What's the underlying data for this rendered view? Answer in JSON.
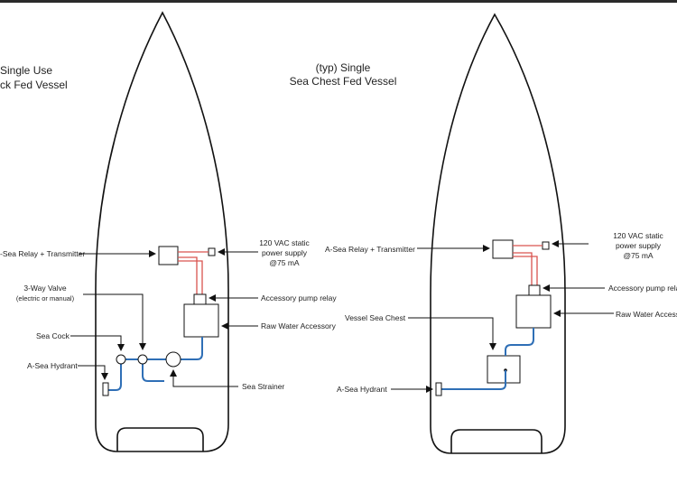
{
  "left_diagram": {
    "title_line1": "Single Use",
    "title_line2": "ck Fed Vessel",
    "labels": {
      "relay": "-Sea Relay + Transmitter",
      "power_line1": "120 VAC static",
      "power_line2": "power supply",
      "power_line3": "@75 mA",
      "valve_line1": "3-Way Valve",
      "valve_line2": "(electric or manual)",
      "pump_relay": "Accessory pump relay",
      "raw_water": "Raw Water Accessory",
      "sea_cock": "Sea Cock",
      "hydrant": "A-Sea Hydrant",
      "strainer": "Sea Strainer"
    }
  },
  "right_diagram": {
    "title_line1": "(typ) Single",
    "title_line2": "Sea Chest Fed Vessel",
    "labels": {
      "relay": "A-Sea Relay + Transmitter",
      "power_line1": "120 VAC static",
      "power_line2": "power supply",
      "power_line3": "@75 mA",
      "pump_relay": "Accessory pump rela",
      "raw_water": "Raw Water Accesso",
      "sea_chest": "Vessel Sea Chest",
      "hydrant": "A-Sea Hydrant"
    }
  },
  "colors": {
    "power_wire": "#d9534f",
    "water_line": "#2f6fb6",
    "outline": "#111111"
  }
}
